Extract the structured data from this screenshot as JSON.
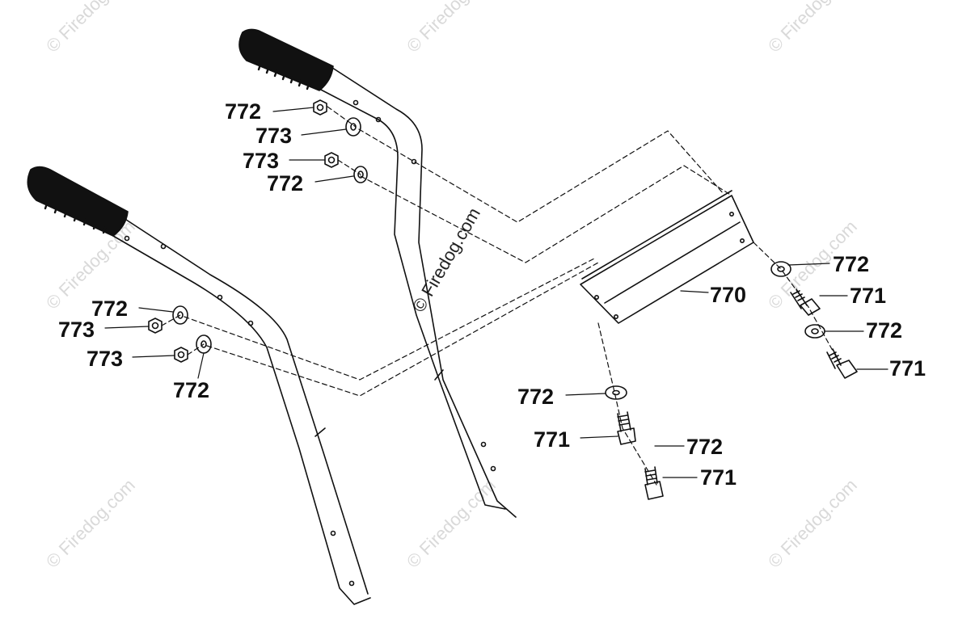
{
  "watermark": "© Firedog.com",
  "callouts": {
    "c1": "772",
    "c2": "773",
    "c3": "773",
    "c4": "772",
    "c5": "772",
    "c6": "773",
    "c7": "773",
    "c8": "772",
    "c9": "772",
    "c10": "770",
    "c11": "771",
    "c12": "772",
    "c13": "771",
    "c14": "772",
    "c15": "771",
    "c16": "772",
    "c17": "771"
  }
}
